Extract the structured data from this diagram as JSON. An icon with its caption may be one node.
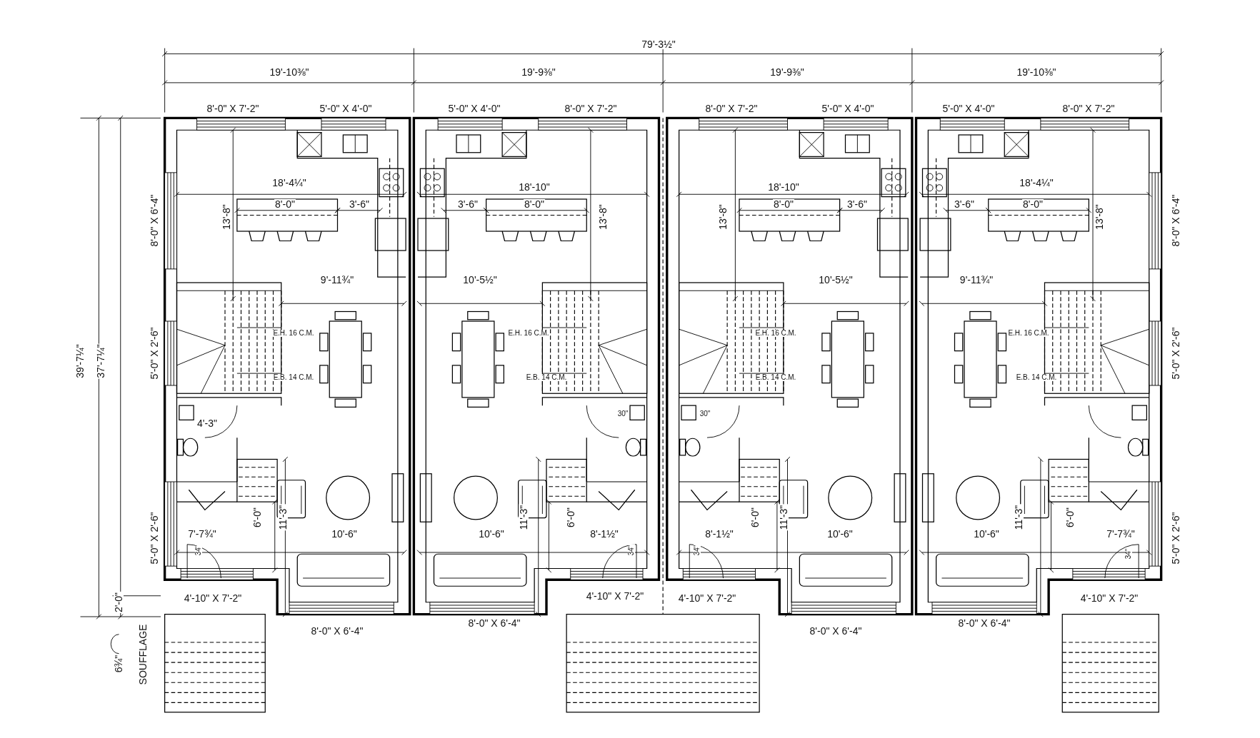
{
  "diagram": {
    "labels": [
      "79'-3½\"",
      "19'-10⅜\"",
      "19'-9⅜\"",
      "19'-9⅜\"",
      "19'-10⅜\"",
      "8'-0\" X 7'-2\"",
      "5'-0\" X 4'-0\"",
      "5'-0\" X 4'-0\"",
      "8'-0\" X 7'-2\"",
      "8'-0\" X 7'-2\"",
      "5'-0\" X 4'-0\"",
      "5'-0\" X 4'-0\"",
      "8'-0\" X 7'-2\"",
      "18'-4¼\"",
      "18'-10\"",
      "18'-10\"",
      "18'-4¼\"",
      "8'-0\" X 6'-4\"",
      "13'-8\"",
      "8'-0\"",
      "3'-6\"",
      "3'-6\"",
      "8'-0\"",
      "13'-8\"",
      "13'-8\"",
      "8'-0\"",
      "3'-6\"",
      "3'-6\"",
      "8'-0\"",
      "13'-8\"",
      "8'-0\" X 6'-4\"",
      "9'-11¾\"",
      "10'-5½\"",
      "10'-5½\"",
      "9'-11¾\"",
      "E.H. 16 C.M.",
      "E.H. 16 C.M.",
      "E.H. 16 C.M.",
      "E.H. 16 C.M.",
      "39'-7¼\"",
      "37'-7¼\"",
      "5'-0\" X 2'-6\"",
      "5'-0\" X 2'-6\"",
      "E.B. 14 C.M.",
      "E.B. 14 C.M.",
      "E.B. 14 C.M.",
      "E.B. 14 C.M.",
      "4'-3\"",
      "30\"",
      "30\"",
      "6'-0\"",
      "11'-3\"",
      "11'-3\"",
      "6'-0\"",
      "6'-0\"",
      "11'-3\"",
      "11'-3\"",
      "6'-0\"",
      "7'-7¾\"",
      "10'-6\"",
      "10'-6\"",
      "8'-1½\"",
      "8'-1½\"",
      "10'-6\"",
      "10'-6\"",
      "7'-7¾\"",
      "5'-0\" X 2'-6\"",
      "5'-0\" X 2'-6\"",
      "34\"",
      "34\"",
      "34\"",
      "34\"",
      "2'-0\"",
      "4'-10\" X 7'-2\"",
      "4'-10\" X 7'-2\"",
      "4'-10\" X 7'-2\"",
      "4'-10\" X 7'-2\"",
      "8'-0\" X 6'-4\"",
      "8'-0\" X 6'-4\"",
      "8'-0\" X 6'-4\"",
      "8'-0\" X 6'-4\"",
      "SOUFFLAGE",
      "6¾\""
    ]
  }
}
